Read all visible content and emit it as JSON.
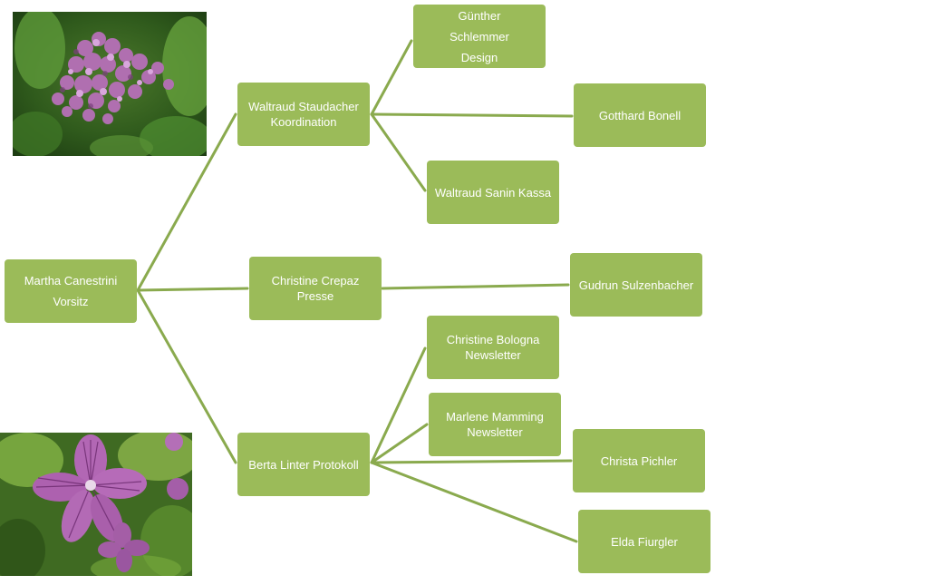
{
  "colors": {
    "node_fill": "#9bbb59",
    "connector": "#8aaa4e",
    "node_text": "#ffffff"
  },
  "nodes": {
    "root": "Martha Canestrini\nVorsitz",
    "waltraud_staudacher": "Waltraud Staudacher\nKoordination",
    "christine_crepaz": "Christine Crepaz\nPresse",
    "berta_linter": "Berta Linter Protokoll",
    "guenther": "Günther\nSchlemmer\nDesign",
    "gotthard": "Gotthard Bonell",
    "waltraud_sanin": "Waltraud Sanin Kassa",
    "gudrun": "Gudrun Sulzenbacher",
    "christine_bologna": "Christine Bologna\nNewsletter",
    "marlene_mamming": "Marlene Mamming\nNewsletter",
    "christa_pichler": "Christa Pichler",
    "elda_fiurgler": "Elda Fiurgler"
  },
  "images": {
    "top_left": "lilac-flowers-photo",
    "bottom_left": "mallow-flower-photo"
  }
}
